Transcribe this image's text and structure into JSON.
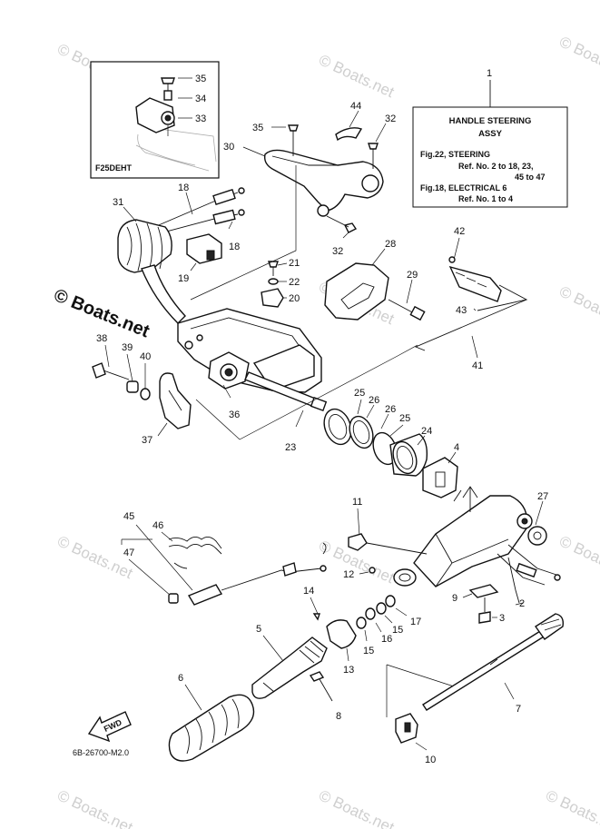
{
  "watermarks": {
    "small": "© Boats.net",
    "big": "© Boats.net"
  },
  "inset": {
    "label": "F25DEHT",
    "callouts": [
      "35",
      "34",
      "33"
    ]
  },
  "info_box": {
    "ref_number": "1",
    "title_line1": "HANDLE STEERING",
    "title_line2": "ASSY",
    "line1": "Fig.22, STEERING",
    "line2": "Ref. No. 2 to 18, 23,",
    "line3": "45 to 47",
    "line4": "Fig.18, ELECTRICAL 6",
    "line5": "Ref. No. 1 to 4"
  },
  "callouts": {
    "c1": "1",
    "c2": "2",
    "c3": "3",
    "c4": "4",
    "c5": "5",
    "c6": "6",
    "c7": "7",
    "c8": "8",
    "c9": "9",
    "c10": "10",
    "c11": "11",
    "c12": "12",
    "c13": "13",
    "c14": "14",
    "c15a": "15",
    "c15b": "15",
    "c16": "16",
    "c17": "17",
    "c18a": "18",
    "c18b": "18",
    "c19": "19",
    "c20": "20",
    "c21": "21",
    "c22": "22",
    "c23": "23",
    "c24": "24",
    "c25a": "25",
    "c25b": "25",
    "c26a": "26",
    "c26b": "26",
    "c27": "27",
    "c28": "28",
    "c29": "29",
    "c30": "30",
    "c31": "31",
    "c32a": "32",
    "c32b": "32",
    "c33": "33",
    "c34": "34",
    "c35": "35",
    "c36": "36",
    "c37": "37",
    "c38": "38",
    "c39": "39",
    "c40": "40",
    "c41": "41",
    "c42": "42",
    "c43": "43",
    "c44": "44",
    "c45": "45",
    "c46": "46",
    "c47": "47"
  },
  "fwd_label": "FWD",
  "drawing_code": "6B-26700-M2.0"
}
